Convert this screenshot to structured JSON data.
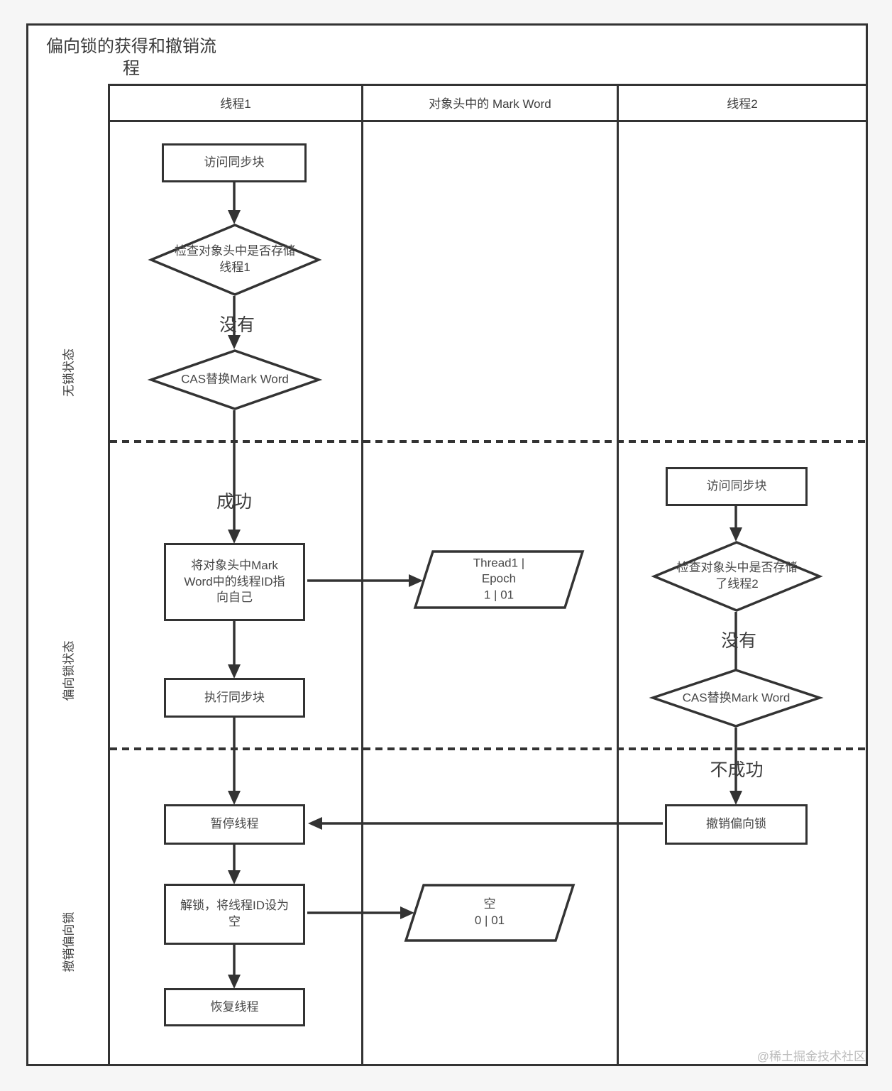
{
  "title": "偏向锁的获得和撤销流程",
  "watermark": "@稀土掘金技术社区",
  "swimlane": {
    "columns": [
      "线程1",
      "对象头中的 Mark Word",
      "线程2"
    ],
    "rows": [
      "无锁状态",
      "偏向锁状态",
      "撤销偏向锁"
    ]
  },
  "nodes": {
    "t1_access": {
      "label": "访问同步块"
    },
    "t1_check": {
      "label": "检查对象头中是否存储线程1"
    },
    "t1_cas": {
      "label": "CAS替换Mark Word"
    },
    "t1_set": {
      "label": "将对象头中Mark Word中的线程ID指向自己"
    },
    "t1_exec": {
      "label": "执行同步块"
    },
    "t1_pause": {
      "label": "暂停线程"
    },
    "t1_unlock": {
      "label": "解锁，将线程ID设为空"
    },
    "t1_resume": {
      "label": "恢复线程"
    },
    "t2_access": {
      "label": "访问同步块"
    },
    "t2_check": {
      "label": "检查对象头中是否存储了线程2"
    },
    "t2_cas": {
      "label": "CAS替换Mark Word"
    },
    "t2_revoke": {
      "label": "撤销偏向锁"
    }
  },
  "mark_word_values": {
    "biased_thread1": {
      "lines": [
        "Thread1 | Epoch",
        "1 | 01"
      ]
    },
    "empty": {
      "lines": [
        "空",
        "0 | 01"
      ]
    }
  },
  "edge_labels": {
    "t1_no": "没有",
    "t1_success": "成功",
    "t2_no": "没有",
    "t2_fail": "不成功"
  },
  "colors": {
    "line": "#333333",
    "text": "#474747",
    "watermark": "#bdbdbd",
    "background": "#f6f6f6",
    "surface": "#ffffff"
  }
}
